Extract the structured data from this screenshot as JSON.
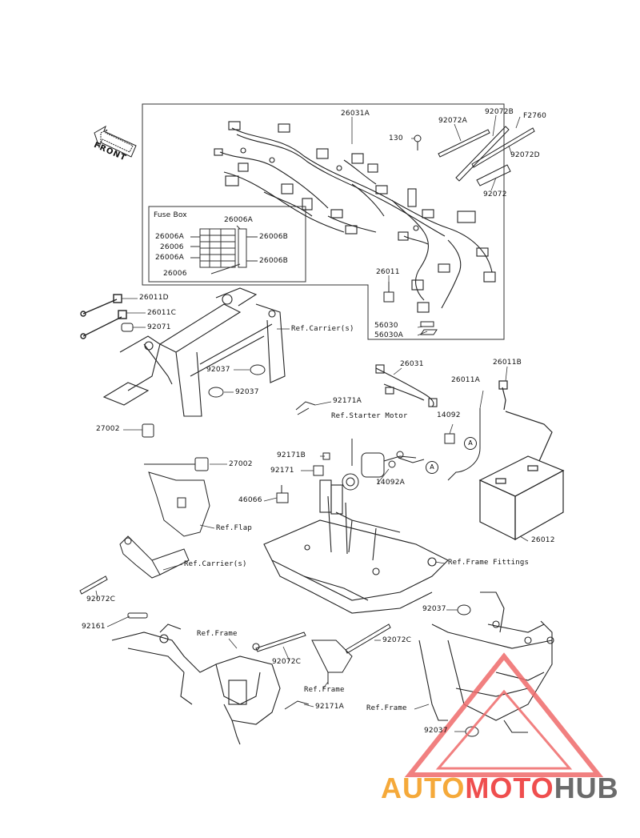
{
  "title": "",
  "front_label": "FRONT",
  "fuse_box": {
    "title": "Fuse Box",
    "labels": [
      "26006A",
      "26006A",
      "26006",
      "26006A",
      "26006",
      "26006B",
      "26006B"
    ]
  },
  "circle_marker": "A",
  "refs": {
    "carrier_1": "Ref.Carrier(s)",
    "carrier_2": "Ref.Carrier(s)",
    "starter_motor": "Ref.Starter Motor",
    "flap": "Ref.Flap",
    "frame_fittings": "Ref.Frame Fittings",
    "frame_1": "Ref.Frame",
    "frame_2": "Ref.Frame",
    "frame_3": "Ref.Frame"
  },
  "parts": {
    "p26031A": "26031A",
    "p130": "130",
    "p92072A": "92072A",
    "p92072B": "92072B",
    "pF2760": "F2760",
    "p92072D": "92072D",
    "p92072": "92072",
    "p26011": "26011",
    "p56030": "56030",
    "p56030A": "56030A",
    "p26011D": "26011D",
    "p26011C": "26011C",
    "p92071": "92071",
    "p92037a": "92037",
    "p92037b": "92037",
    "p92037c": "92037",
    "p92037d": "92037",
    "p26031": "26031",
    "p26011A": "26011A",
    "p26011B": "26011B",
    "p92171A_1": "92171A",
    "p92171A_2": "92171A",
    "p14092": "14092",
    "p14092A": "14092A",
    "p27002a": "27002",
    "p27002b": "27002",
    "p92171B": "92171B",
    "p92171": "92171",
    "p46066": "46066",
    "p26012": "26012",
    "p92072C_1": "92072C",
    "p92072C_2": "92072C",
    "p92072C_3": "92072C",
    "p92161": "92161"
  },
  "watermark": {
    "part1": "AUTO",
    "part2": "MOTO",
    "part3": "HUB",
    "color1": "#f5a93a",
    "color2": "#ef4e4e",
    "color3": "#6b6b6b"
  }
}
